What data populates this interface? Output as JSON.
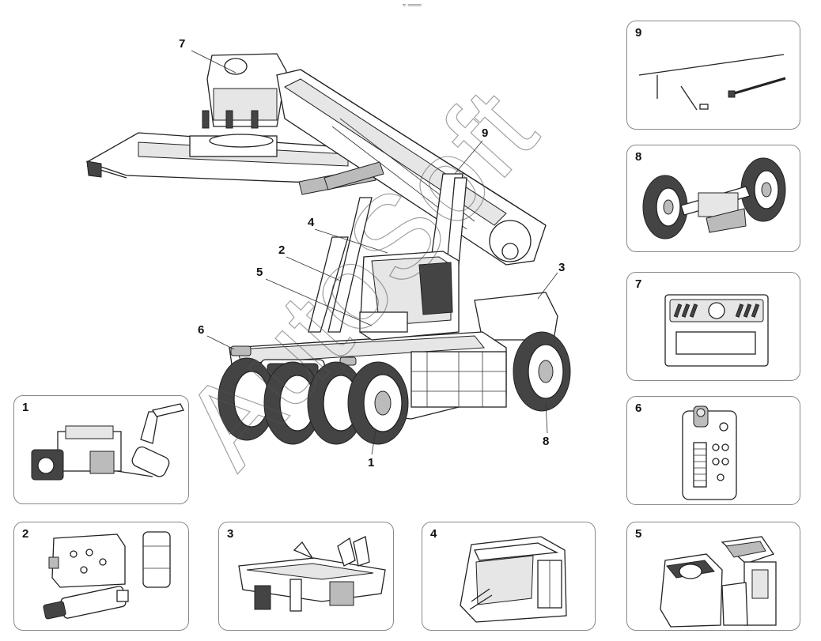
{
  "top_mark": "≈ ═══",
  "watermark": "AutoSoft",
  "main_callouts": [
    "7",
    "9",
    "4",
    "2",
    "5",
    "3",
    "6",
    "8",
    "1"
  ],
  "panels": {
    "p1": {
      "number": "1"
    },
    "p2": {
      "number": "2"
    },
    "p3": {
      "number": "3"
    },
    "p4": {
      "number": "4"
    },
    "p5": {
      "number": "5"
    },
    "p6": {
      "number": "6"
    },
    "p7": {
      "number": "7"
    },
    "p8": {
      "number": "8"
    },
    "p9": {
      "number": "9"
    }
  }
}
